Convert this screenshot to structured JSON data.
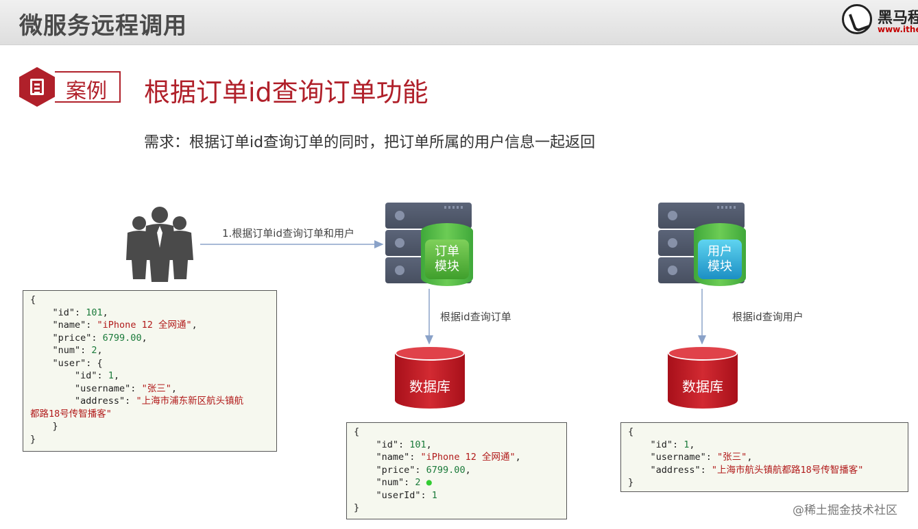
{
  "header": {
    "page_title": "微服务远程调用",
    "logo_text": "黑马程",
    "logo_url": "www.itheim"
  },
  "case": {
    "badge_label": "案例",
    "title": "根据订单id查询订单功能",
    "requirement": "需求：根据订单id查询订单的同时，把订单所属的用户信息一起返回"
  },
  "flow": {
    "request_label": "1.根据订单id查询订单和用户",
    "order_module": [
      "订单",
      "模块"
    ],
    "user_module": [
      "用户",
      "模块"
    ],
    "order_query_label": "根据id查询订单",
    "user_query_label": "根据id查询用户",
    "database_label_1": "数据库",
    "database_label_2": "数据库"
  },
  "json_full": [
    "{",
    "    \"id\": 101,",
    "    \"name\": \"iPhone 12 全网通\",",
    "    \"price\": 6799.00,",
    "    \"num\": 2,",
    "    \"user\": {",
    "        \"id\": 1,",
    "        \"username\": \"张三\",",
    "        \"address\": \"上海市浦东新区航头镇航",
    "都路18号传智播客\"",
    "    }",
    "}"
  ],
  "json_order": [
    "{",
    "    \"id\": 101,",
    "    \"name\": \"iPhone 12 全网通\",",
    "    \"price\": 6799.00,",
    "    \"num\": 2",
    "    \"userId\": 1",
    "}"
  ],
  "json_user": [
    "{",
    "    \"id\": 1,",
    "    \"username\": \"张三\",",
    "    \"address\": \"上海市航头镇航都路18号传智播客\"",
    "}"
  ],
  "watermark": "@稀土掘金技术社区",
  "colors": {
    "accent_red": "#b0202a",
    "module_green": "#4caf37",
    "module_cyan": "#1c8fc4",
    "db_red": "#c81e27"
  },
  "icons": [
    "people-group-icon",
    "server-icon",
    "database-icon",
    "document-icon"
  ]
}
